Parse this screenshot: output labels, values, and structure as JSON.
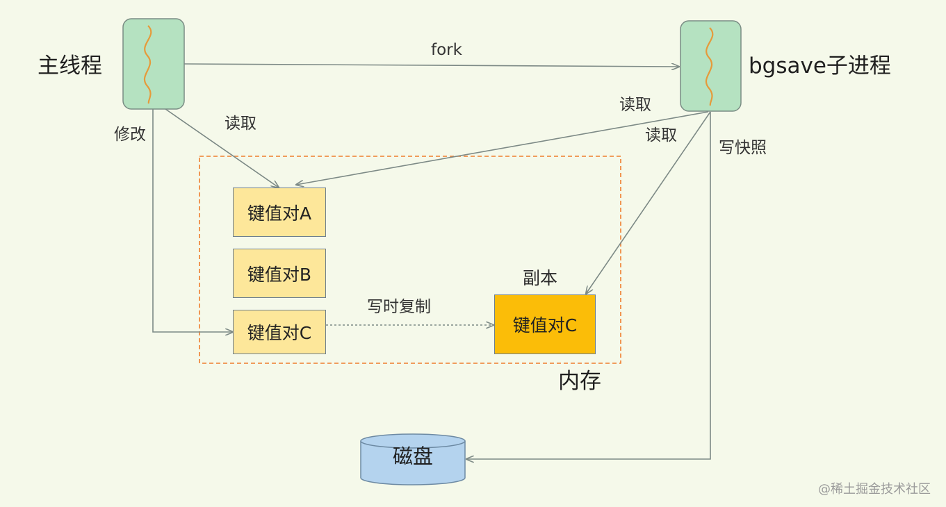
{
  "main_thread": {
    "label": "主线程"
  },
  "bgsave_process": {
    "label": "bgsave子进程"
  },
  "edges": {
    "fork": "fork",
    "main_read": "读取",
    "main_modify": "修改",
    "child_read_1": "读取",
    "child_read_2": "读取",
    "write_snapshot": "写快照",
    "copy_on_write": "写时复制"
  },
  "memory": {
    "label": "内存",
    "kv_a": "键值对A",
    "kv_b": "键值对B",
    "kv_c": "键值对C",
    "replica_label": "副本",
    "replica_kv_c": "键值对C"
  },
  "disk": {
    "label": "磁盘"
  },
  "watermark": "@稀土掘金技术社区",
  "colors": {
    "background": "#f5f9ea",
    "thread_fill": "#b5e2c1",
    "thread_wave": "#e69a3a",
    "kv_fill": "#fde79a",
    "replica_fill": "#fbbd08",
    "memory_border": "#ef7d2d",
    "disk_fill": "#b4d3ee",
    "arrow": "#7d8a86"
  }
}
